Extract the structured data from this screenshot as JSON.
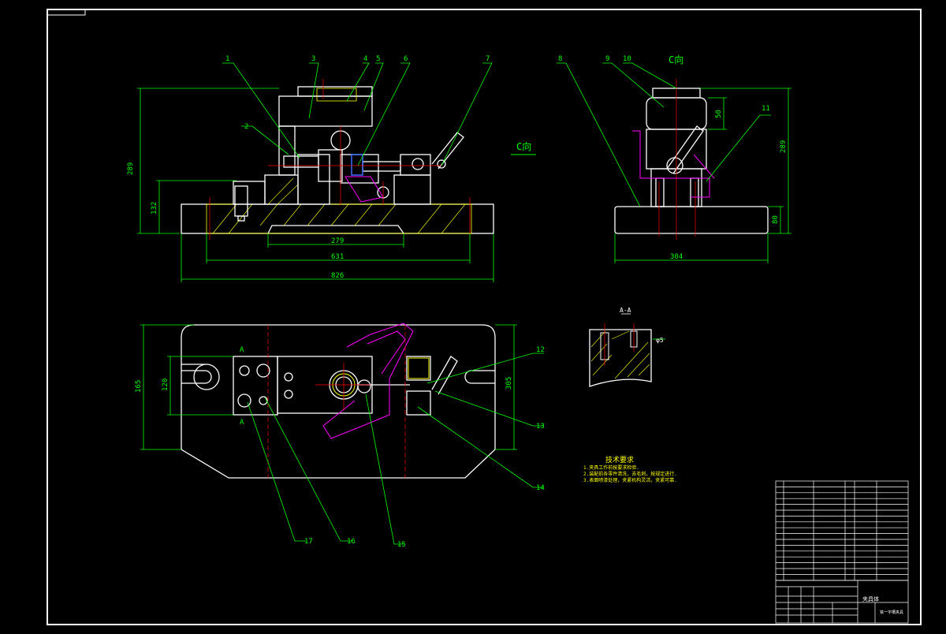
{
  "colors": {
    "background": "#000000",
    "outline": "#ffffff",
    "dimension": "#00ff00",
    "leader": "#00ff00",
    "section_hatch": "#ffff00",
    "centerline": "#ff0000",
    "phantom": "#ff00ff",
    "accent_blue": "#3a6cff",
    "accent_cyan": "#00ffff",
    "notes": "#ffff00"
  },
  "views": {
    "front": {
      "dim_height_total": "289",
      "dim_height_base": "132",
      "dim_inner": "279",
      "dim_mid": "631",
      "dim_overall": "826"
    },
    "side": {
      "label": "C向",
      "dim_50": "50",
      "dim_289": "289",
      "dim_80": "80",
      "dim_304": "304"
    },
    "top": {
      "dim_165": "165",
      "dim_120": "120",
      "dim_305": "305",
      "section_mark_a": "A"
    },
    "section": {
      "label": "A-A",
      "dim_phi5": "φ5"
    },
    "c_view_arrow_label": "C向"
  },
  "balloons": {
    "b1": "1",
    "b2": "2",
    "b3": "3",
    "b4": "4",
    "b5": "5",
    "b6": "6",
    "b7": "7",
    "b8": "8",
    "b9": "9",
    "b10": "10",
    "b11": "11",
    "b12": "12",
    "b13": "13",
    "b14": "14",
    "b15": "15",
    "b16": "16",
    "b17": "17"
  },
  "notes": {
    "title": "技术要求",
    "line1": "1.夹具工作前按要求检验.",
    "line2": "2.装配前各零件清洗，去毛刺，按规定进行.",
    "line3": "3.表面喷漆处理，夹紧机构灵活，夹紧可靠."
  },
  "title_block": {
    "drawing_name": "夹具体",
    "company": "铣一字槽夹具"
  }
}
